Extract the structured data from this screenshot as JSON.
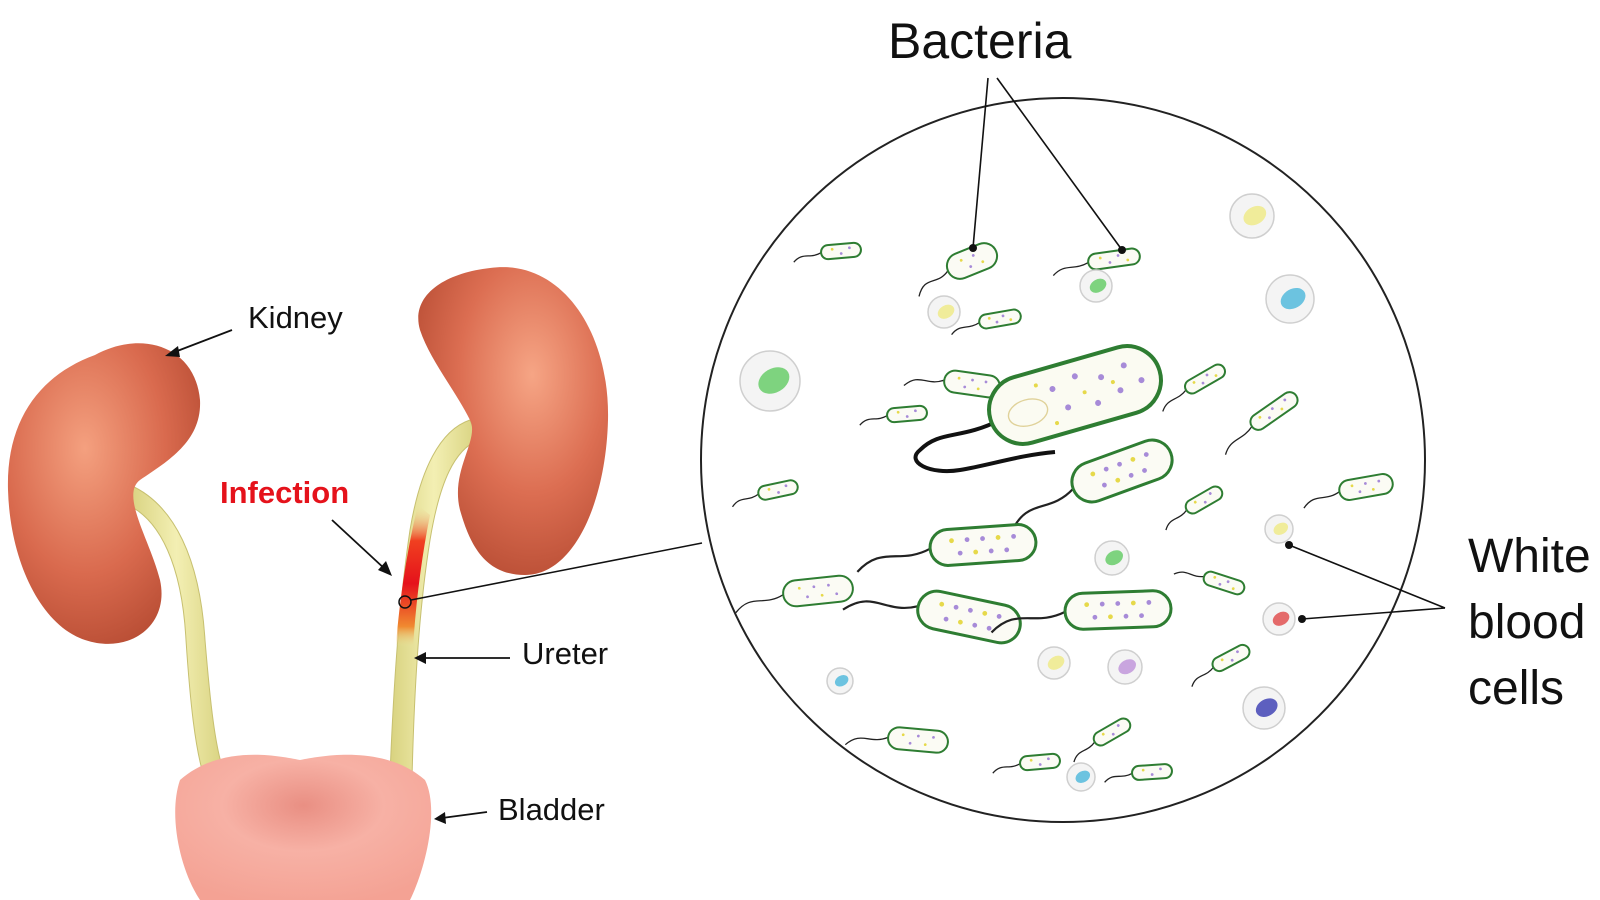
{
  "labels": {
    "bacteria": "Bacteria",
    "kidney": "Kidney",
    "infection": "Infection",
    "ureter": "Ureter",
    "bladder": "Bladder",
    "wbc_line1": "White",
    "wbc_line2": "blood",
    "wbc_line3": "cells"
  },
  "colors": {
    "kidney": "#d96a4e",
    "kidney_light": "#ef9a7a",
    "ureter": "#ece7a0",
    "bladder": "#f5a89a",
    "infection": "#e5121b",
    "bacterium_outline": "#2e7d32",
    "text": "#111111"
  }
}
